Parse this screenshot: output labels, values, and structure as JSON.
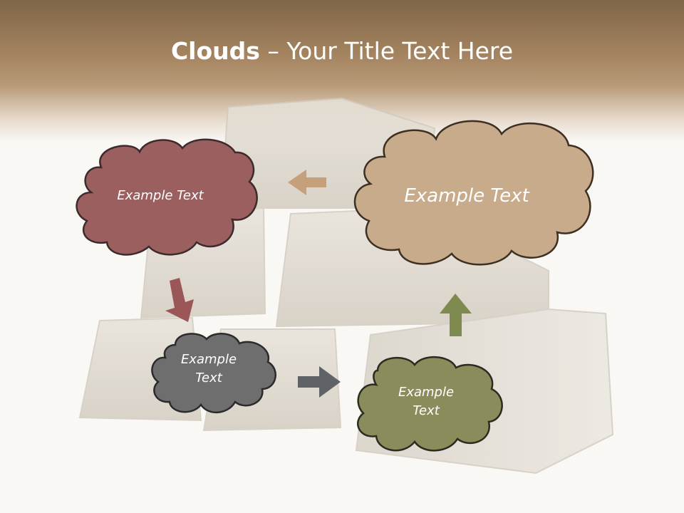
{
  "slide": {
    "title_bold": "Clouds",
    "title_rest": " – Your Title Text Here"
  },
  "clouds": [
    {
      "text": "Example Text",
      "color": "#9b5f60",
      "name": "red"
    },
    {
      "text": "Example Text",
      "color": "#c8ab8b",
      "name": "tan"
    },
    {
      "text": "Example Text",
      "color": "#6e6e6e",
      "name": "gray"
    },
    {
      "text": "Example Text",
      "color": "#8a8c5c",
      "name": "olive"
    }
  ],
  "arrows": [
    {
      "name": "left-arrow",
      "color": "#c5a07a"
    },
    {
      "name": "down-arrow",
      "color": "#9b5658"
    },
    {
      "name": "right-arrow",
      "color": "#5f6368"
    },
    {
      "name": "up-arrow",
      "color": "#7f8a4e"
    }
  ]
}
